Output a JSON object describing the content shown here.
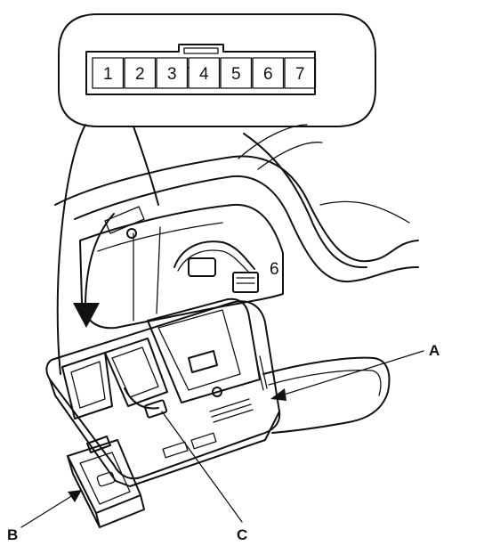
{
  "connector": {
    "pins": [
      "1",
      "2",
      "3",
      "4",
      "5",
      "6",
      "7"
    ]
  },
  "callouts": {
    "a": "A",
    "b": "B",
    "c": "C"
  },
  "embedded_labels": {
    "harness_pin_mark": "6"
  },
  "colors": {
    "line": "#111111",
    "background": "#ffffff"
  }
}
